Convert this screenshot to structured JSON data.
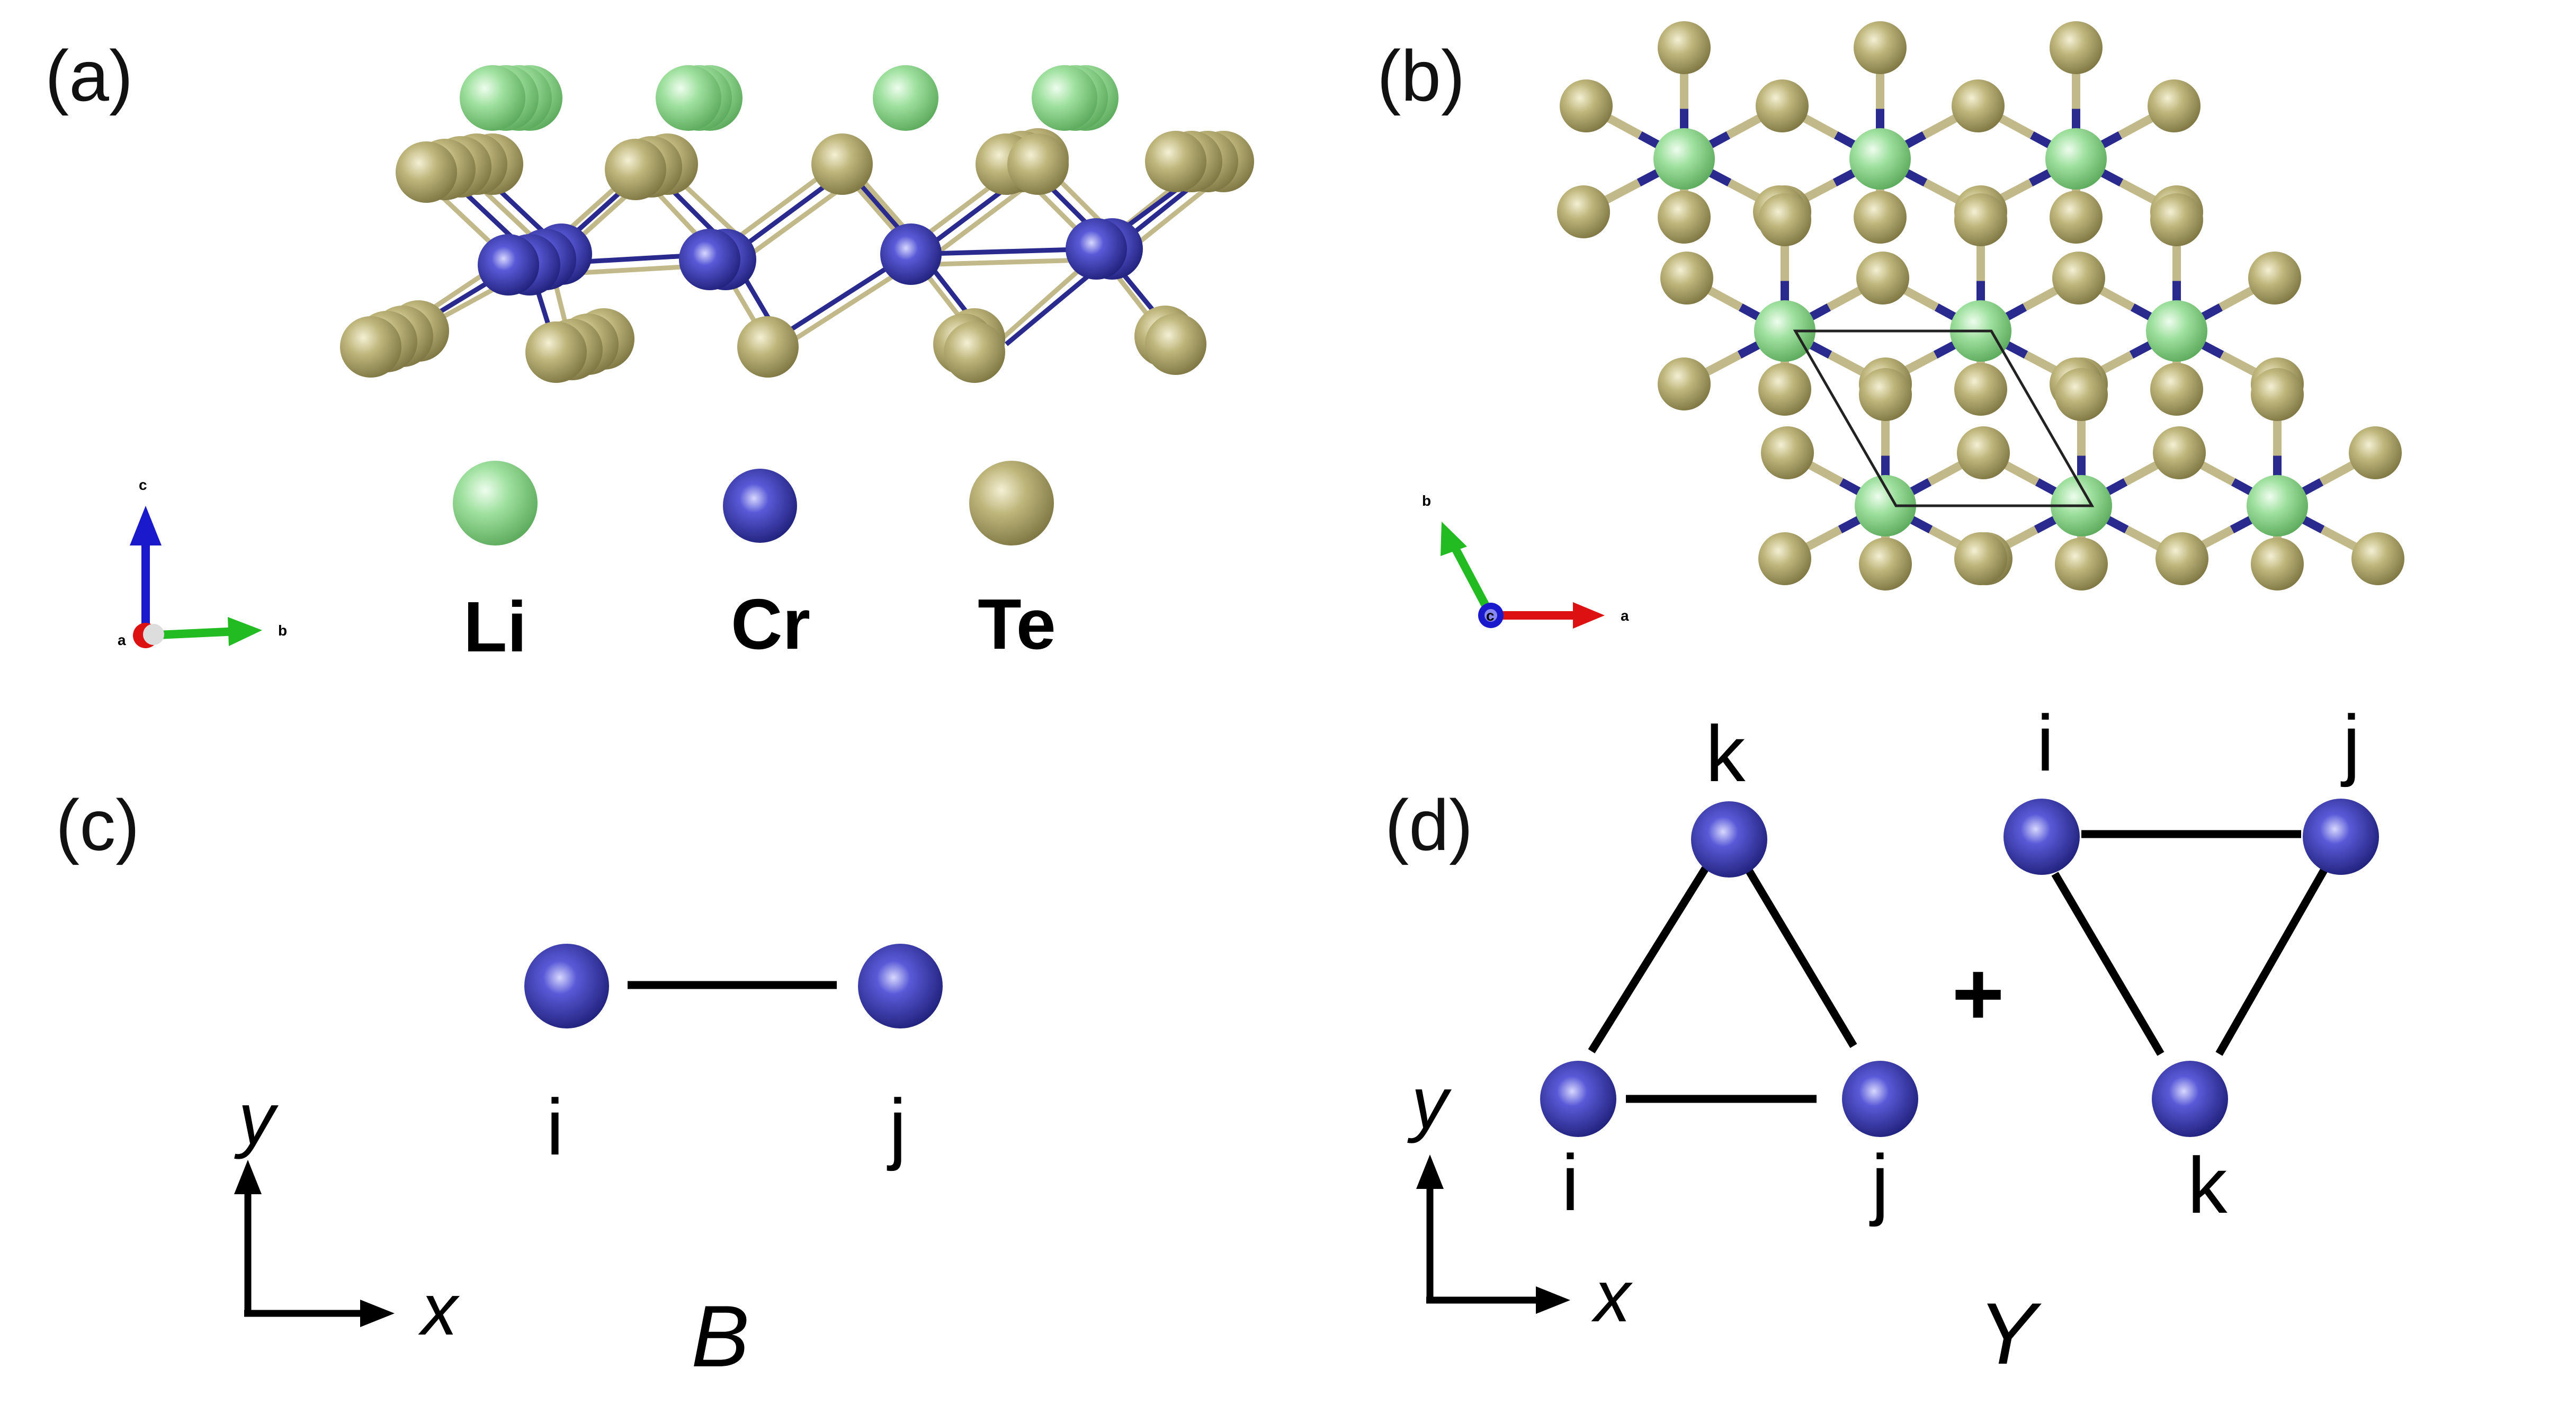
{
  "panels": {
    "a": {
      "label": "(a)",
      "legend": [
        {
          "element": "Li",
          "color": "#8fd88f"
        },
        {
          "element": "Cr",
          "color": "#2f2f9e"
        },
        {
          "element": "Te",
          "color": "#b5ad72"
        }
      ],
      "axes": {
        "c": "c",
        "b": "b",
        "a": "a"
      }
    },
    "b": {
      "label": "(b)",
      "axes": {
        "b": "b",
        "a": "a",
        "c": "c"
      }
    },
    "c": {
      "label": "(c)",
      "nodes": [
        "i",
        "j"
      ],
      "x_axis": "x",
      "y_axis": "y",
      "title": "B"
    },
    "d": {
      "label": "(d)",
      "triangle_up": [
        "k",
        "i",
        "j"
      ],
      "triangle_down": [
        "i",
        "j",
        "k"
      ],
      "operator": "+",
      "x_axis": "x",
      "y_axis": "y",
      "title": "Y"
    }
  },
  "colors": {
    "li": "#8fd88f",
    "cr": "#2f2f9e",
    "te": "#b5ad72",
    "cr_bond": "#2a2a8e",
    "te_bond": "#c2b98a",
    "axis_red": "#dd1111",
    "axis_green": "#22bb22",
    "axis_blue": "#1a1acc"
  }
}
